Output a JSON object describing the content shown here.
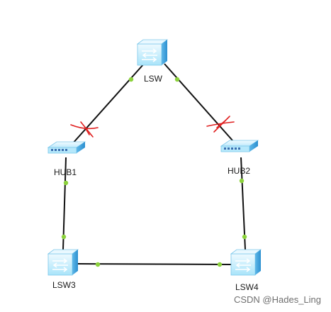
{
  "diagram": {
    "nodes": {
      "lsw": {
        "label": "LSW",
        "kind": "switch-icon"
      },
      "hub1": {
        "label": "HUB1",
        "kind": "hub-icon"
      },
      "hub2": {
        "label": "HUB2",
        "kind": "hub-icon"
      },
      "lsw3": {
        "label": "LSW3",
        "kind": "switch-icon"
      },
      "lsw4": {
        "label": "LSW4",
        "kind": "switch-icon"
      }
    },
    "links": [
      {
        "from": "LSW",
        "to": "HUB1",
        "blocked": true
      },
      {
        "from": "LSW",
        "to": "HUB2",
        "blocked": true
      },
      {
        "from": "HUB1",
        "to": "LSW3",
        "blocked": false
      },
      {
        "from": "HUB2",
        "to": "LSW4",
        "blocked": false
      },
      {
        "from": "LSW3",
        "to": "LSW4",
        "blocked": false
      }
    ],
    "colors": {
      "link": "#111111",
      "port_up": "#8cd23c",
      "blocked_mark": "#e02020",
      "device_light": "#d8f4ff",
      "device_mid": "#9ee0f8",
      "device_dark": "#3ea6e0"
    }
  },
  "watermark": "CSDN @Hades_Ling"
}
